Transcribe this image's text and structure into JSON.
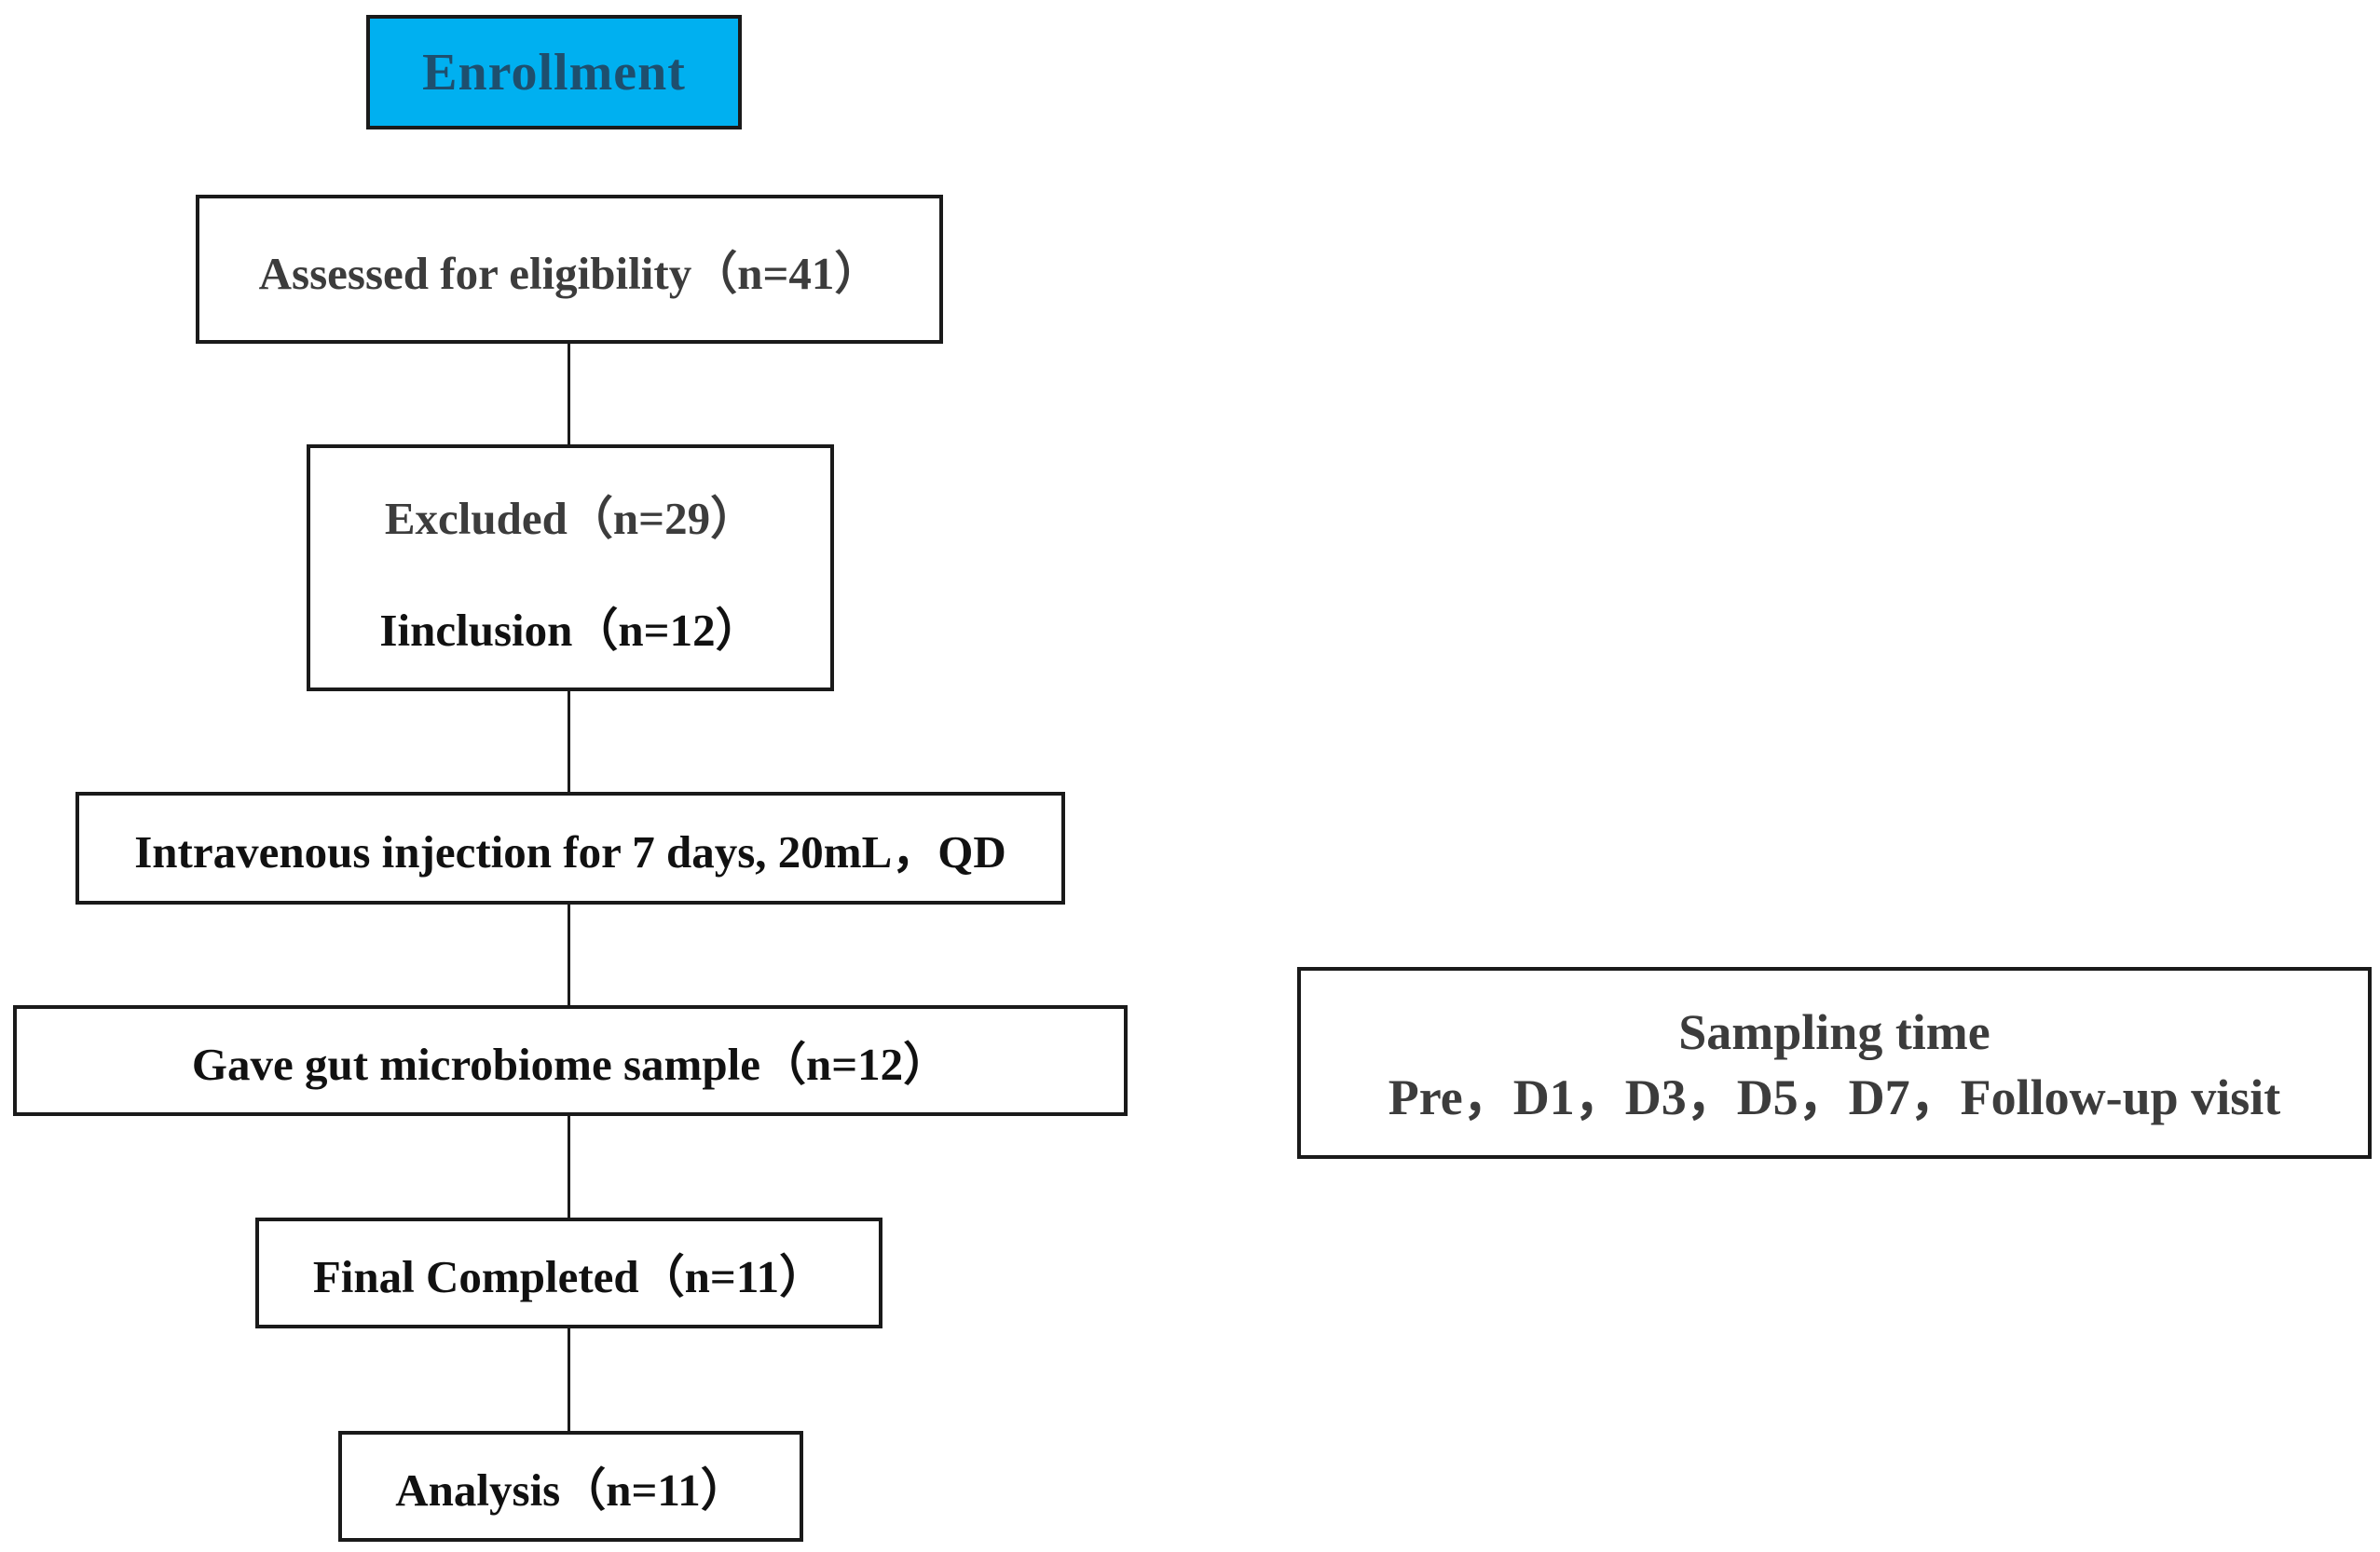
{
  "flowchart": {
    "enrollment": "Enrollment",
    "assessed": "Assessed for eligibility（n=41）",
    "excluded": "Excluded（n=29）",
    "inclusion": "Iinclusion（n=12）",
    "injection": "Intravenous injection for 7 days, 20mL，QD",
    "gut_sample": "Gave gut microbiome sample（n=12）",
    "final_completed": "Final Completed（n=11）",
    "analysis": "Analysis（n=11）"
  },
  "sampling": {
    "title": "Sampling time",
    "times": "Pre，D1，D3，D5，D7，Follow-up visit"
  },
  "colors": {
    "enrollment_fill": "#00b0f0",
    "enrollment_text": "#1e4f6e",
    "border": "#1a1a1a"
  }
}
